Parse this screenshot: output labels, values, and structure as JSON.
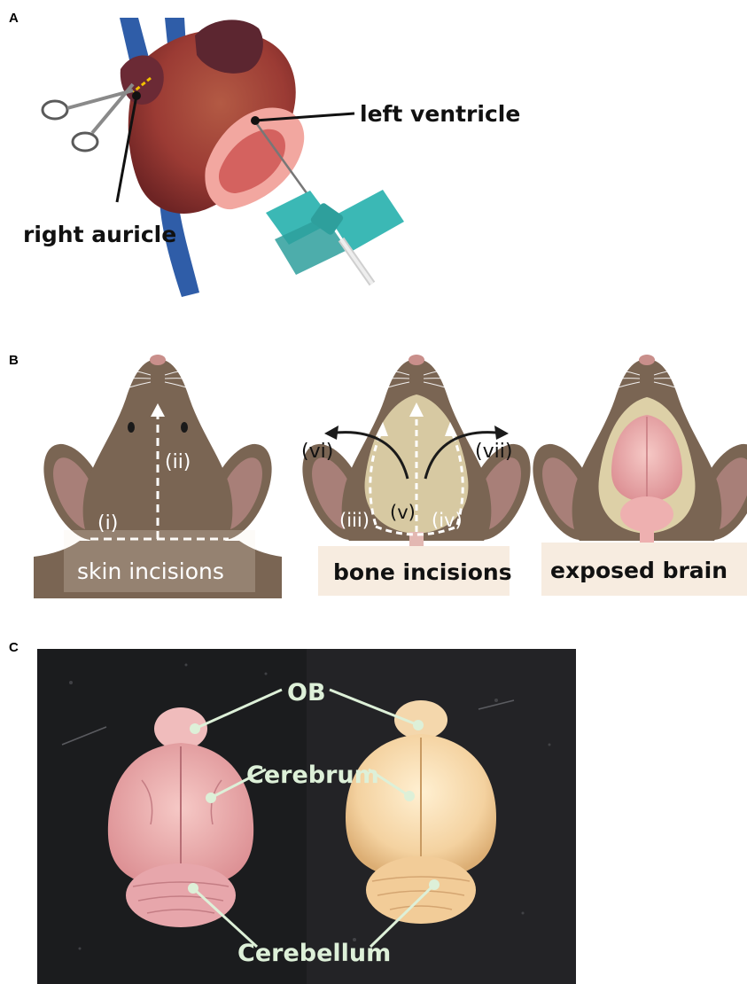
{
  "panels": {
    "a": {
      "letter": "A",
      "labels": {
        "left_ventricle": "left ventricle",
        "right_auricle": "right auricle"
      }
    },
    "b": {
      "letter": "B",
      "step_labels": {
        "i": "(i)",
        "ii": "(ii)",
        "iii": "(iii)",
        "iv": "(iv)",
        "v": "(v)",
        "vi": "(vi)",
        "vii": "(vii)"
      },
      "captions": {
        "skin": "skin incisions",
        "bone": "bone incisions",
        "brain": "exposed brain"
      }
    },
    "c": {
      "letter": "C",
      "labels": {
        "ob": "OB",
        "cerebrum": "Cerebrum",
        "cerebellum": "Cerebellum"
      }
    }
  },
  "colors": {
    "heart": "#9b3b34",
    "ventricle_cut": "#f2a7a0",
    "vessel_blue": "#2f5da8",
    "needle_teal": "#3bb8b5",
    "mouse_fur": "#7a6553",
    "mouse_ear": "#a87f78",
    "brain_pink": "#f0b6b6",
    "skull_tan": "#e8dbb0",
    "caption_bg": "#f7ece0",
    "photo_bg": "#1b1c1e",
    "label_mint": "#ddf0d8"
  }
}
